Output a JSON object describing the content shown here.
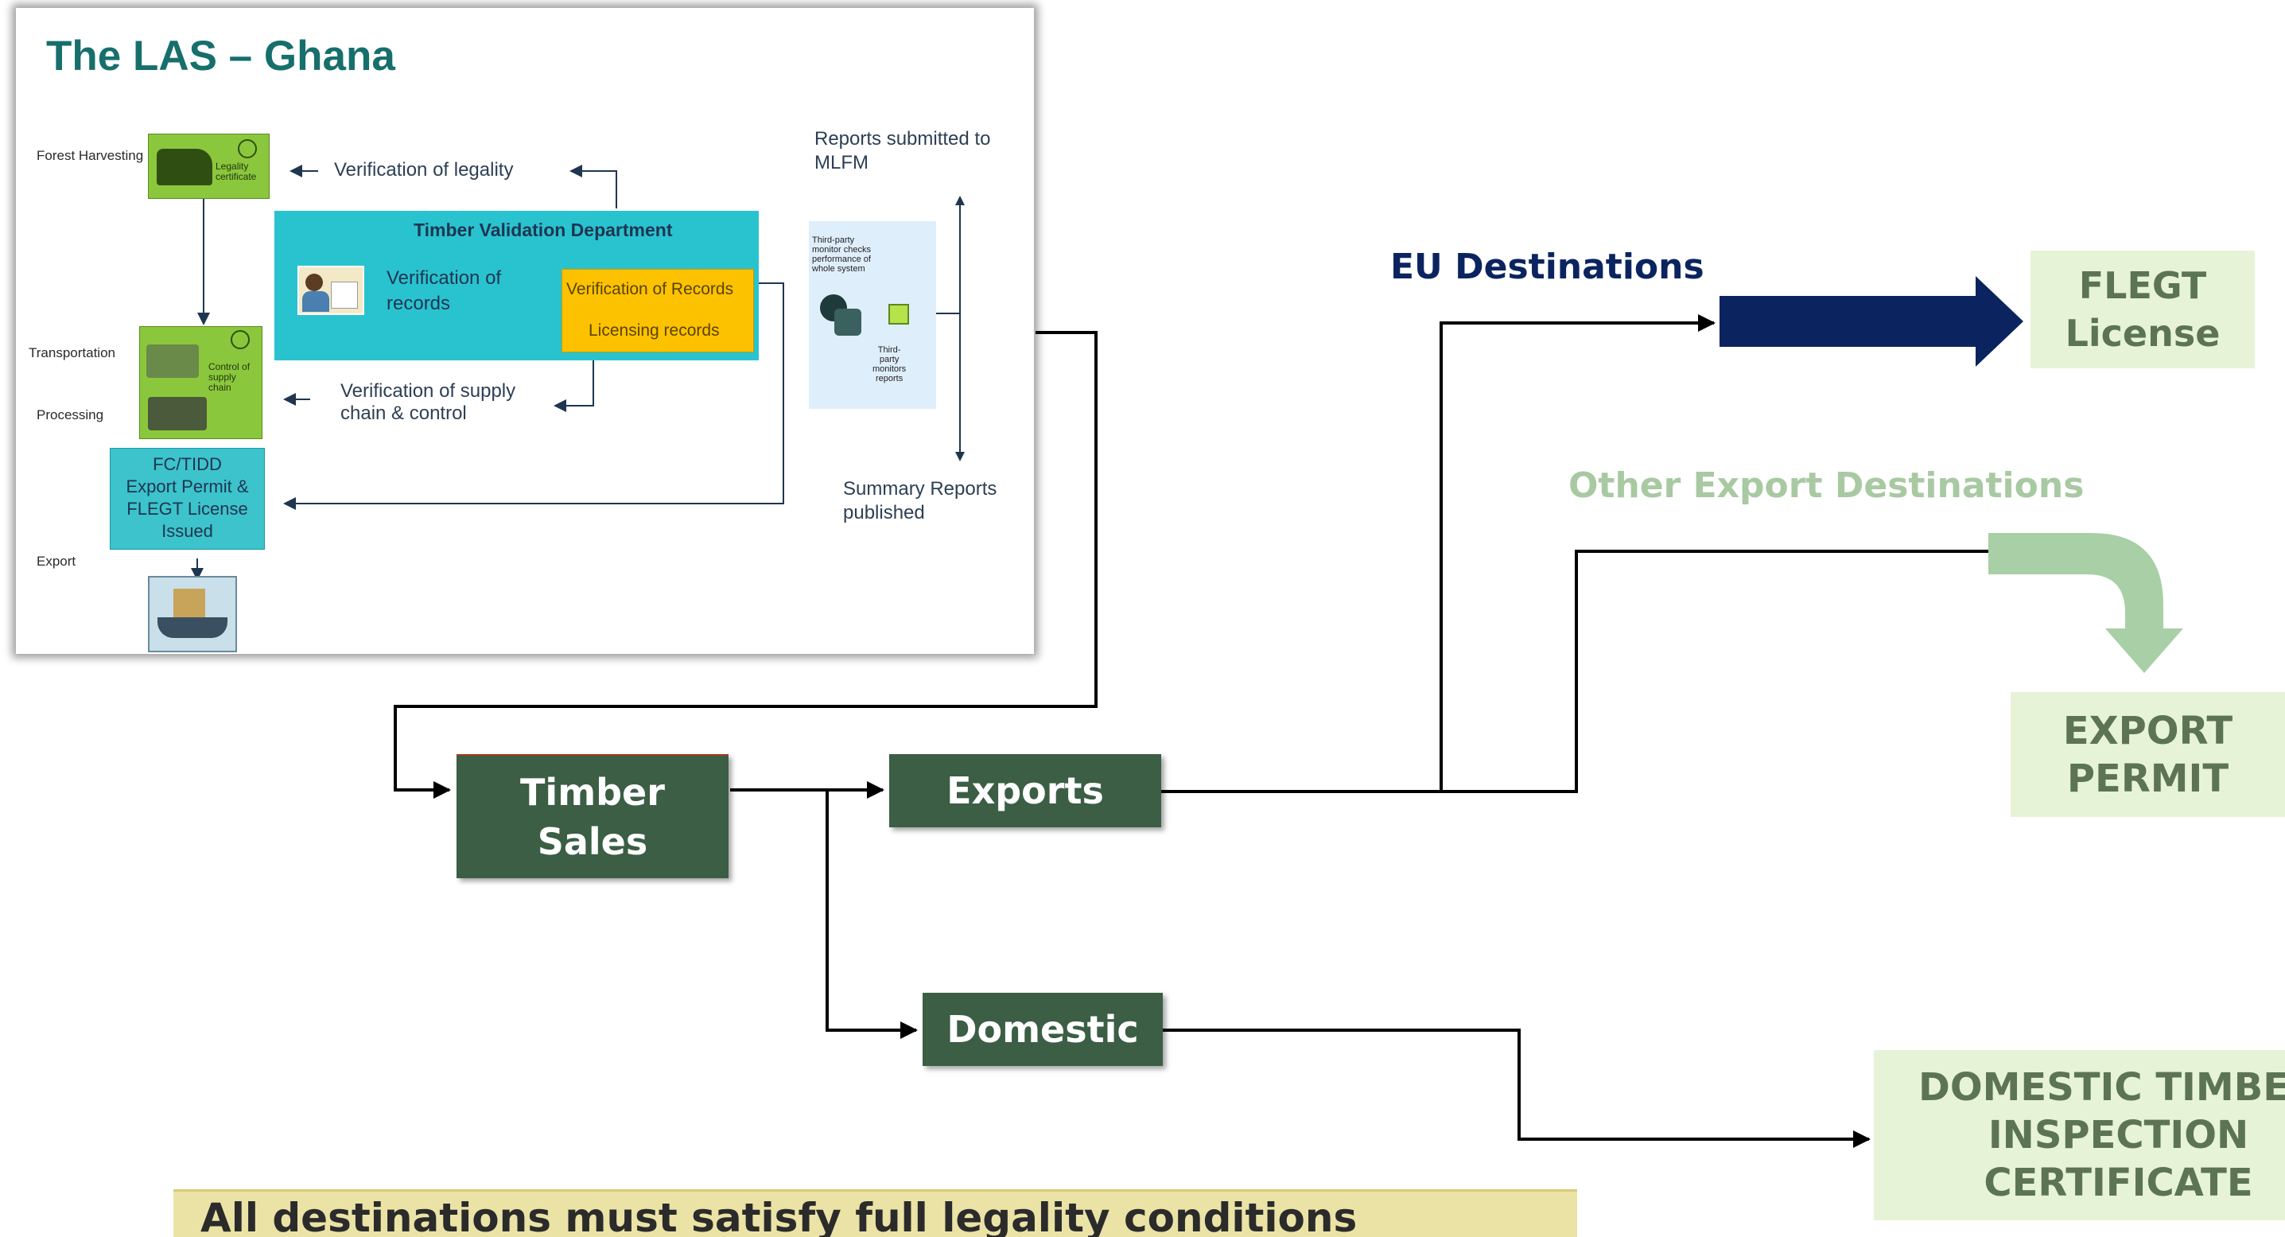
{
  "slide": {
    "title": "The LAS – Ghana",
    "forest_harvesting": "Forest\nHarvesting",
    "legality_certificate": "Legality\ncertificate",
    "verification_of_legality": "Verification of legality",
    "reports_submitted": "Reports submitted to\nMLFM",
    "tvd_title": "Timber Validation Department",
    "verification_of_records": "Verification of\nrecords",
    "verification_of_records_2": "Verification of Records",
    "licensing_records": "Licensing records",
    "third_party_text": "Third-party\nmonitor checks\nperformance of\nwhole system",
    "third_party_reports": "Third-\nparty\nmonitors\nreports",
    "transportation": "Transportation",
    "processing": "Processing",
    "control_supply_chain": "Control of\nsupply\nchain",
    "verification_supply_chain": "Verification of supply\nchain & control",
    "fc_box": "FC/TIDD\nExport Permit &\nFLEGT License\nIssued",
    "export": "Export",
    "summary_reports": "Summary Reports\npublished"
  },
  "flow": {
    "timber_sales": "Timber\nSales",
    "exports": "Exports",
    "domestic": "Domestic",
    "eu_destinations": "EU Destinations",
    "other_export_destinations": "Other Export Destinations",
    "flegt_license": "FLEGT\nLicense",
    "export_permit": "EXPORT\nPERMIT",
    "domestic_certificate": "DOMESTIC TIMBER\nINSPECTION\nCERTIFICATE",
    "banner_text": "All destinations must satisfy full legality conditions"
  },
  "colors": {
    "dark_green": "#3b5e45",
    "light_green_bg": "#e6f3d7",
    "light_green_text": "#5c7453",
    "navy": "#0b2460",
    "arrow_green": "#a9cfa6",
    "other_dest_text": "#a8c9a2",
    "teal": "#29c3cf",
    "gold": "#fcc200",
    "banner": "#ebe3a6"
  }
}
